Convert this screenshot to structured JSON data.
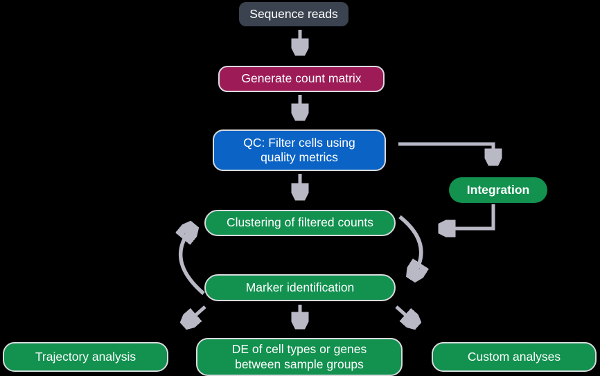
{
  "title": "Single-cell analysis workflow diagram",
  "colors": {
    "background": "#000000",
    "arrow": "#b8b9c5",
    "node_border": "#d9dade",
    "sequence_reads_fill": "#3b4350",
    "generate_count_matrix_fill": "#9d1c58",
    "qc_fill": "#0b63c5",
    "green_fill": "#12914f",
    "text": "#ffffff"
  },
  "nodes": {
    "sequence_reads": {
      "label": "Sequence reads"
    },
    "generate_count_matrix": {
      "label": "Generate count matrix"
    },
    "qc": {
      "line1": "QC: Filter cells using",
      "line2": "quality metrics"
    },
    "integration": {
      "label": "Integration"
    },
    "clustering": {
      "label": "Clustering of filtered counts"
    },
    "marker_identification": {
      "label": "Marker identification"
    },
    "trajectory_analysis": {
      "label": "Trajectory analysis"
    },
    "de": {
      "line1": "DE of cell types or genes",
      "line2": "between sample groups"
    },
    "custom_analyses": {
      "label": "Custom analyses"
    }
  },
  "edges": [
    {
      "from": "sequence_reads",
      "to": "generate_count_matrix"
    },
    {
      "from": "generate_count_matrix",
      "to": "qc"
    },
    {
      "from": "qc",
      "to": "clustering"
    },
    {
      "from": "qc",
      "to": "integration"
    },
    {
      "from": "integration",
      "to": "clustering"
    },
    {
      "from": "clustering",
      "to": "marker_identification",
      "style": "curved"
    },
    {
      "from": "marker_identification",
      "to": "clustering",
      "style": "curved"
    },
    {
      "from": "marker_identification",
      "to": "trajectory_analysis"
    },
    {
      "from": "marker_identification",
      "to": "de"
    },
    {
      "from": "marker_identification",
      "to": "custom_analyses"
    }
  ]
}
